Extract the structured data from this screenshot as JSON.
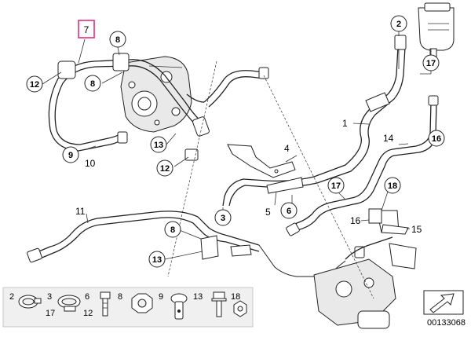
{
  "diagram_id": "00133068",
  "highlighted_part": "7",
  "callouts": {
    "c1": "1",
    "c2": "2",
    "c3": "3",
    "c4": "4",
    "c5": "5",
    "c6": "6",
    "c7": "7",
    "c8a": "8",
    "c8b": "8",
    "c8c": "8",
    "c9": "9",
    "c10": "10",
    "c11": "11",
    "c12a": "12",
    "c12b": "12",
    "c13a": "13",
    "c13b": "13",
    "c14": "14",
    "c15": "15",
    "c16a": "16",
    "c16b": "16",
    "c17a": "17",
    "c17b": "17",
    "c18": "18"
  },
  "legend": [
    {
      "top": "2",
      "bottom": "",
      "icon": "hose-clamp-icon"
    },
    {
      "top": "3",
      "bottom": "17",
      "icon": "band-clamp-icon"
    },
    {
      "top": "6",
      "bottom": "12",
      "icon": "bolt-icon"
    },
    {
      "top": "8",
      "bottom": "",
      "icon": "hex-nut-icon"
    },
    {
      "top": "9",
      "bottom": "",
      "icon": "banjo-bolt-icon"
    },
    {
      "top": "13",
      "bottom": "",
      "icon": "flange-bolt-icon"
    },
    {
      "top": "18",
      "bottom": "",
      "icon": "clip-nut-icon"
    }
  ],
  "colors": {
    "highlight": "#e0307a",
    "line": "#222222",
    "legend_bg": "#f0f0f0"
  }
}
